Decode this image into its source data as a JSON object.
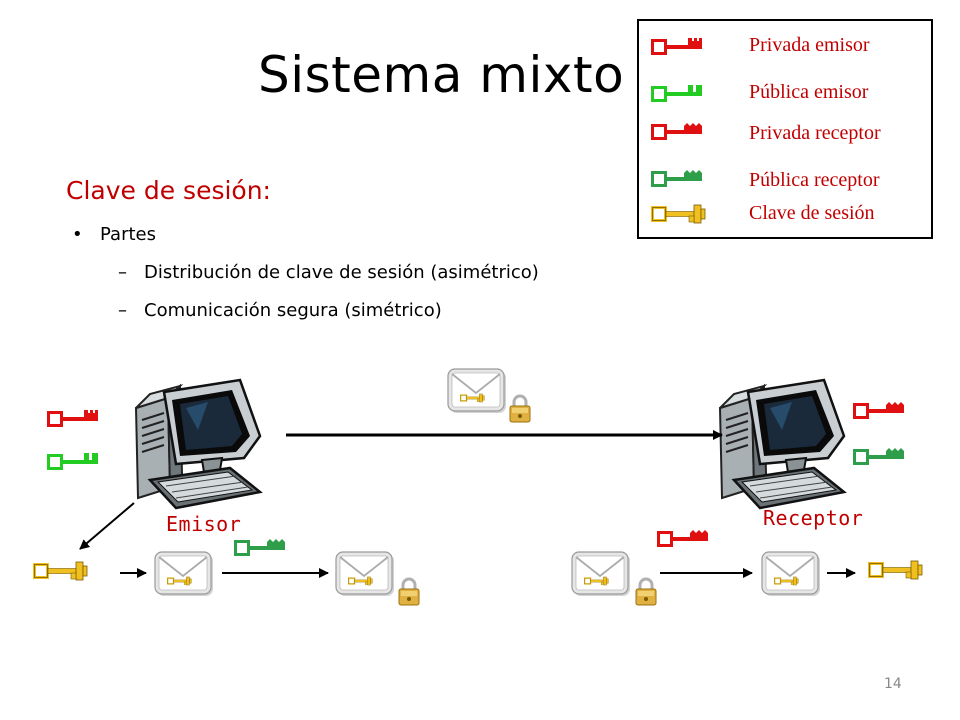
{
  "slide": {
    "title": "Sistema mixto",
    "subtitle": "Clave de sesión:",
    "bullet": "Partes",
    "bullet_marker": "•",
    "sub_marker": "–",
    "sub_items": [
      "Distribución de clave de sesión (asimétrico)",
      "Comunicación segura (simétrico)"
    ],
    "page_number": "14"
  },
  "legend": {
    "items": [
      {
        "label": "Privada emisor",
        "color": "#e01010"
      },
      {
        "label": "Pública emisor",
        "color": "#22cc22"
      },
      {
        "label": "Privada receptor",
        "color": "#e01010"
      },
      {
        "label": "Pública receptor",
        "color": "#2e9e4a"
      },
      {
        "label": "Clave de sesión",
        "color": "#f0c020"
      }
    ]
  },
  "nodes": {
    "sender": "Emisor",
    "receiver": "Receptor"
  },
  "colors": {
    "accent_text": "#c00000",
    "key_red": "#e01010",
    "key_green_light": "#22cc22",
    "key_green_dark": "#2e9e4a",
    "key_gold": "#f0c020",
    "lock_gold": "#d8a820"
  }
}
